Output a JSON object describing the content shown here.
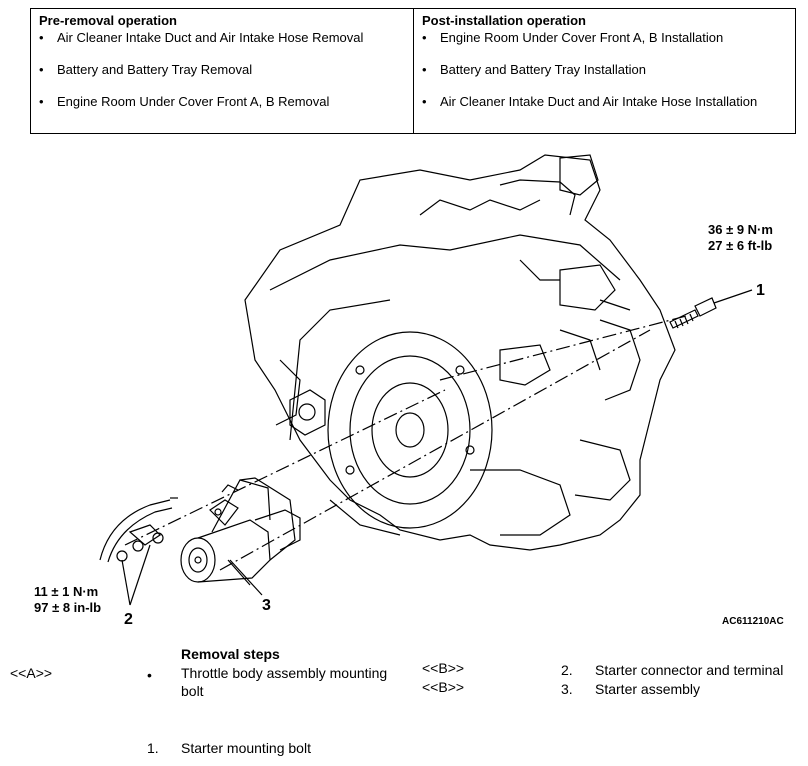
{
  "pre_removal": {
    "heading": "Pre-removal operation",
    "items": [
      "Air Cleaner Intake Duct and Air Intake Hose Removal",
      "Battery and Battery Tray Removal",
      "Engine Room Under Cover Front A, B Removal"
    ]
  },
  "post_installation": {
    "heading": "Post-installation operation",
    "items": [
      "Engine Room Under Cover Front A, B Installation",
      "Battery and Battery Tray Installation",
      "Air Cleaner Intake Duct and Air Intake Hose Installation"
    ]
  },
  "bullet_glyph": "•",
  "diagram": {
    "torque_bolt_1": {
      "nm": "36 ± 9 N·m",
      "ftlb": "27 ± 6 ft-lb"
    },
    "torque_bolt_2": {
      "nm": "11 ± 1 N·m",
      "inlb": "97 ± 8 in-lb"
    },
    "callout_1": "1",
    "callout_2": "2",
    "callout_3": "3",
    "figure_code": "AC611210AC"
  },
  "removal_steps": {
    "heading": "Removal steps",
    "steps": [
      {
        "marker": "<<A>>",
        "number": "•",
        "text_line1": "Throttle body assembly mounting",
        "text_line2": "bolt"
      },
      {
        "marker": "",
        "number": "1.",
        "text_line1": "Starter mounting bolt"
      },
      {
        "marker": "<<B>>",
        "number": "2.",
        "text_line1": "Starter connector and terminal"
      },
      {
        "marker": "<<B>>",
        "number": "3.",
        "text_line1": "Starter assembly"
      }
    ]
  },
  "colors": {
    "ink": "#000000",
    "paper": "#ffffff"
  }
}
